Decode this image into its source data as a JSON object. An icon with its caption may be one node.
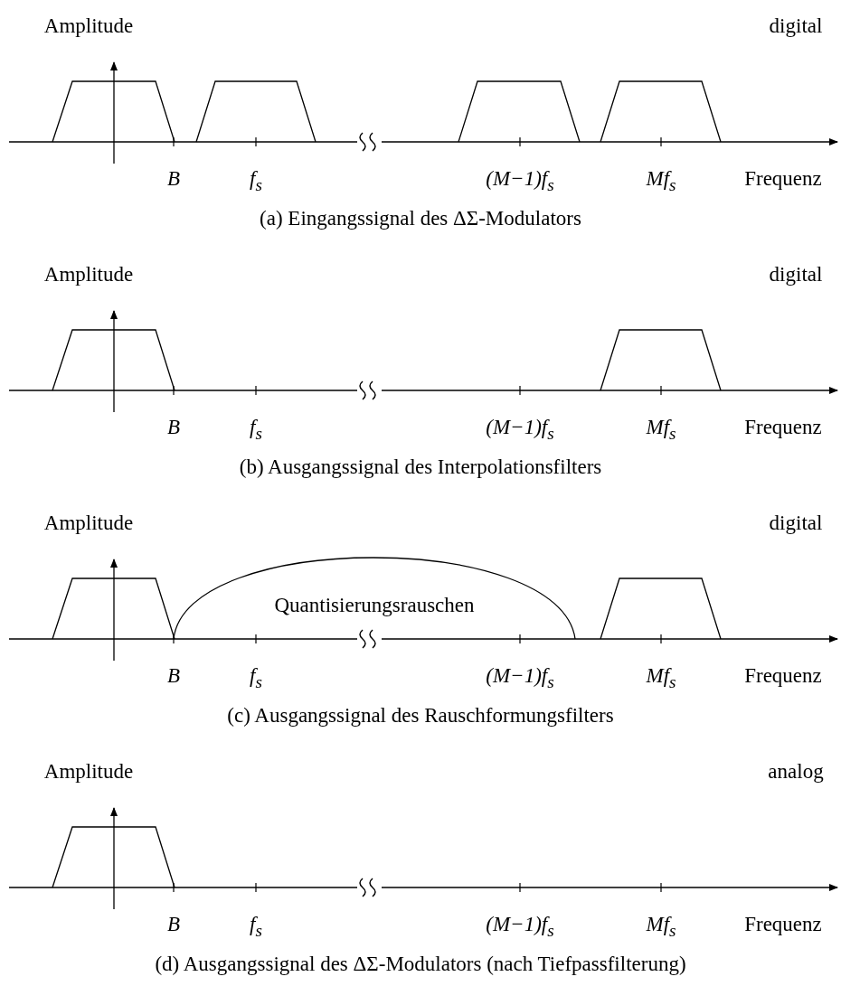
{
  "diagram": {
    "labels": [
      "Amplitude",
      "digital",
      "B",
      "f$_{s}$",
      "(M−1)f$_{s}$",
      "Mf$_{s}$",
      "Frequenz",
      "(a) Eingangssignal des ΔΣ-Modulators",
      "Amplitude",
      "digital",
      "B",
      "f$_{s}$",
      "(M−1)f$_{s}$",
      "Mf$_{s}$",
      "Frequenz",
      "(b) Ausgangssignal des Interpolationsfilters",
      "Amplitude",
      "digital",
      "Quantisierungsrauschen",
      "B",
      "f$_{s}$",
      "(M−1)f$_{s}$",
      "Mf$_{s}$",
      "Frequenz",
      "(c) Ausgangssignal des Rauschformungsfilters",
      "Amplitude",
      "analog",
      "B",
      "f$_{s}$",
      "(M−1)f$_{s}$",
      "Mf$_{s}$",
      "Frequenz",
      "(d) Ausgangssignal des ΔΣ-Modulators (nach Tiefpassfilterung)"
    ]
  }
}
